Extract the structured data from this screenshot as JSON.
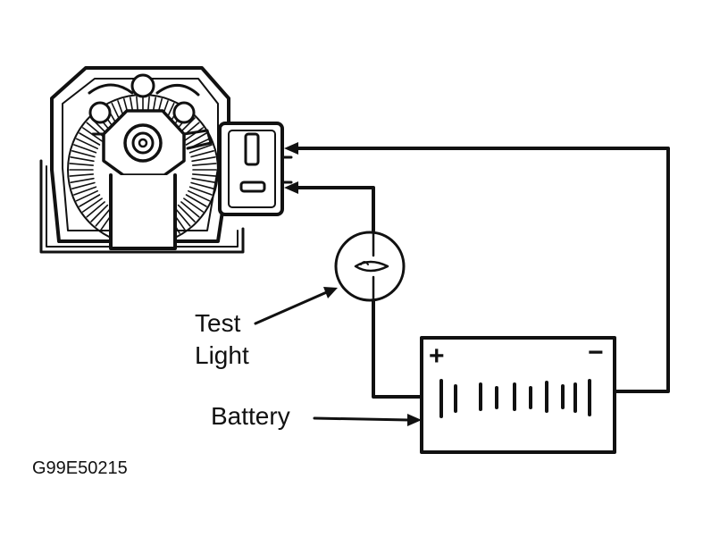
{
  "diagram": {
    "labels": {
      "test": "Test",
      "light": "Light",
      "battery": "Battery",
      "code": "G99E50215",
      "plus": "+",
      "minus": "−"
    },
    "colors": {
      "ink": "#111111",
      "paper": "#ffffff"
    }
  }
}
